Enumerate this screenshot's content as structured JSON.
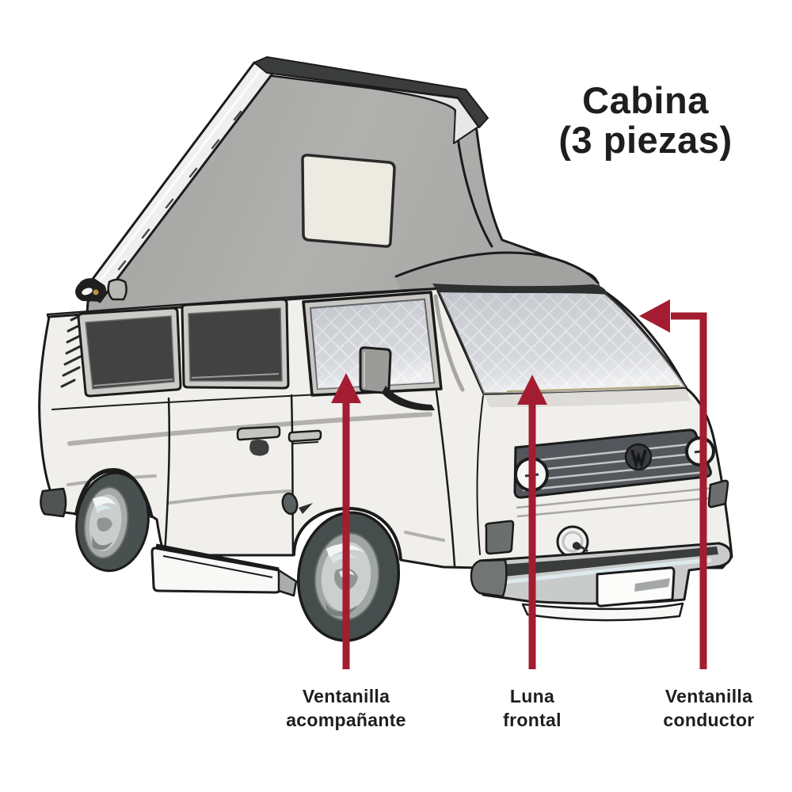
{
  "title": {
    "line1": "Cabina",
    "line2": "(3 piezas)"
  },
  "callouts": {
    "passenger_window": {
      "line1": "Ventanilla",
      "line2": "acompañante",
      "arrow_direction": "up"
    },
    "windshield": {
      "line1": "Luna",
      "line2": "frontal",
      "arrow_direction": "up"
    },
    "driver_window": {
      "line1": "Ventanilla",
      "line2": "conductor",
      "arrow_direction": "left"
    }
  },
  "illustration": {
    "subject": "Camper van with raised pop-top roof and thermal screens on cab windows"
  },
  "colors": {
    "background": "#FFFFFF",
    "text": "#1E1E1E",
    "accent": "#A31C31",
    "van_body": "#F0EFEC",
    "van_outline": "#1B1B1B",
    "pop_top_tent": "#ACACAA",
    "window_glass": "#424242",
    "thermal_screen": "#D4D6D9"
  }
}
